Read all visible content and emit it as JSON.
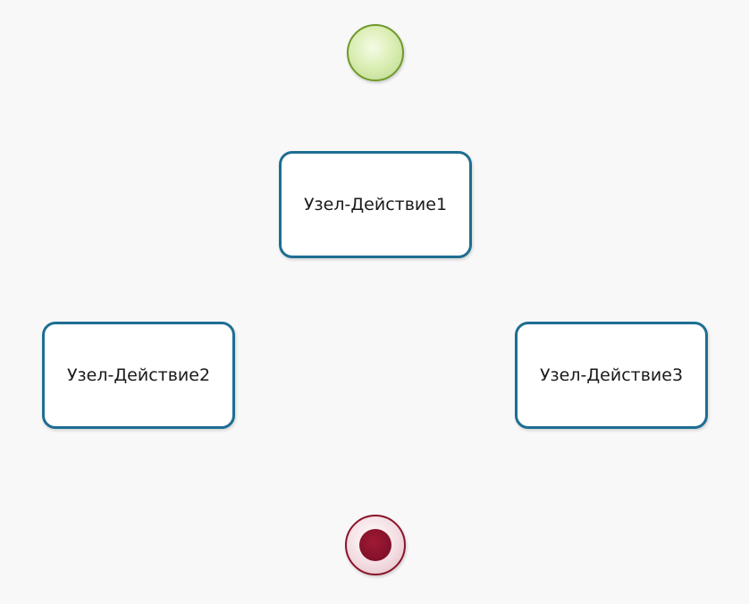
{
  "diagram": {
    "start_node": {
      "kind": "initial"
    },
    "end_node": {
      "kind": "final"
    },
    "actions": [
      {
        "label": "Узел-Действие1"
      },
      {
        "label": "Узел-Действие2"
      },
      {
        "label": "Узел-Действие3"
      }
    ]
  },
  "colors": {
    "background": "#f8f8f8",
    "action_border": "#1e6e92",
    "start_fill": "#dcefb6",
    "start_border": "#6f9a2a",
    "end_fill": "#82102a",
    "end_border": "#8a1428"
  }
}
